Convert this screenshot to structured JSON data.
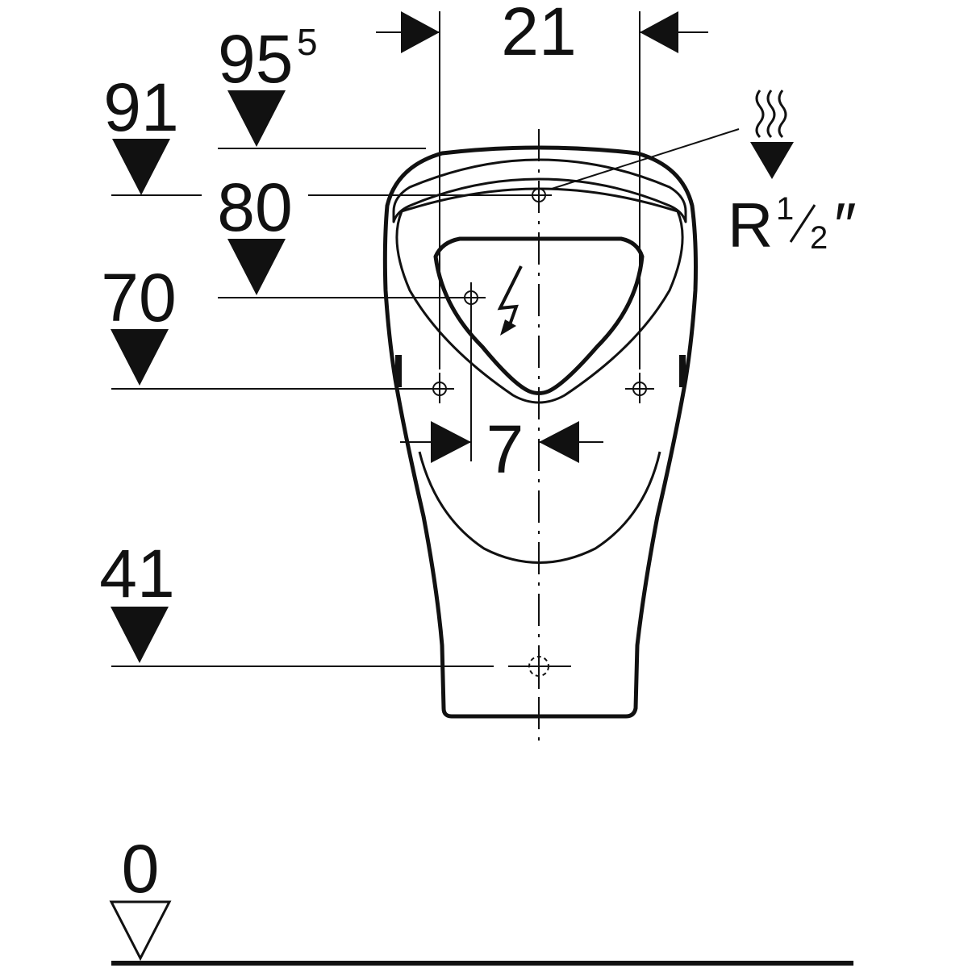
{
  "diagram": {
    "height_marks": {
      "h91": "91",
      "h95_main": "95",
      "h95_sup": "5",
      "h80": "80",
      "h70": "70",
      "h41": "41",
      "h0": "0"
    },
    "horizontal_dims": {
      "width_between_fixings": "21",
      "offset_inlet": "7"
    },
    "connection": {
      "thread_prefix": "R",
      "thread_num": "1",
      "thread_den": "2",
      "thread_suffix": "″"
    },
    "icons": [
      "water-supply-icon",
      "electrical-connection-icon",
      "fixing-point-icon",
      "drain-outlet-icon"
    ],
    "colors": {
      "line": "#111111",
      "background": "#ffffff"
    }
  }
}
